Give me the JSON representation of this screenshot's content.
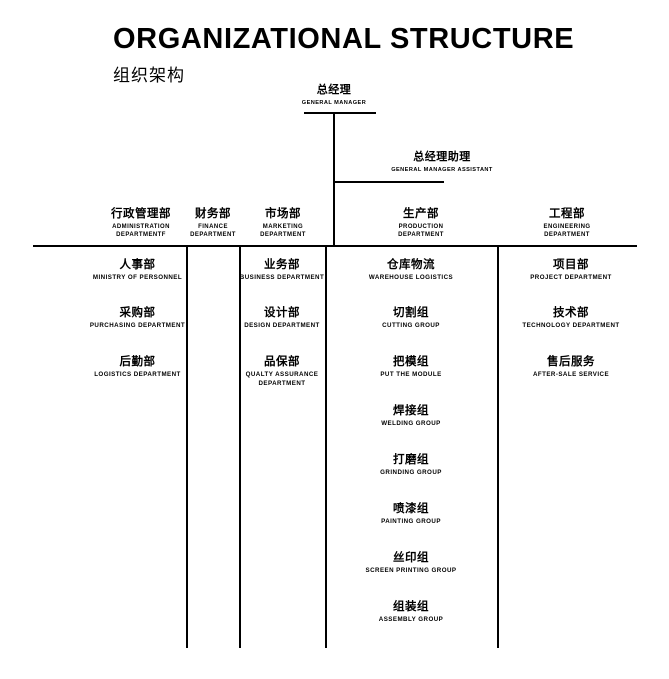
{
  "title": {
    "en": "ORGANIZATIONAL STRUCTURE",
    "cn": "组织架构"
  },
  "executives": [
    {
      "cn": "总经理",
      "en": "GENERAL MANAGER"
    },
    {
      "cn": "总经理助理",
      "en": "GENERAL MANAGER ASSISTANT"
    }
  ],
  "departments": [
    {
      "cn": "行政管理部",
      "en": "ADMINISTRATION DEPARTMENTF",
      "children": [
        {
          "cn": "人事部",
          "en": "MINISTRY OF PERSONNEL"
        },
        {
          "cn": "采购部",
          "en": "PURCHASING DEPARTMENT"
        },
        {
          "cn": "后勤部",
          "en": "LOGISTICS DEPARTMENT"
        }
      ]
    },
    {
      "cn": "财务部",
      "en": "FINANCE DEPARTMENT",
      "children": []
    },
    {
      "cn": "市场部",
      "en": "MARKETING DEPARTMENT",
      "children": [
        {
          "cn": "业务部",
          "en": "BUSINESS DEPARTMENT"
        },
        {
          "cn": "设计部",
          "en": "DESIGN DEPARTMENT"
        },
        {
          "cn": "品保部",
          "en": "QUALTY ASSURANCE DEPARTMENT"
        }
      ]
    },
    {
      "cn": "生产部",
      "en": "PRODUCTION DEPARTMENT",
      "children": [
        {
          "cn": "仓库物流",
          "en": "WAREHOUSE LOGISTICS"
        },
        {
          "cn": "切割组",
          "en": "CUTTING GROUP"
        },
        {
          "cn": "把模组",
          "en": "PUT THE MODULE"
        },
        {
          "cn": "焊接组",
          "en": "WELDING GROUP"
        },
        {
          "cn": "打磨组",
          "en": "GRINDING GROUP"
        },
        {
          "cn": "喷漆组",
          "en": "PAINTING GROUP"
        },
        {
          "cn": "丝印组",
          "en": "SCREEN PRINTING GROUP"
        },
        {
          "cn": "组装组",
          "en": "ASSEMBLY GROUP"
        }
      ]
    },
    {
      "cn": "工程部",
      "en": "ENGINEERING DEPARTMENT",
      "children": [
        {
          "cn": "项目部",
          "en": "PROJECT DEPARTMENT"
        },
        {
          "cn": "技术部",
          "en": "TECHNOLOGY DEPARTMENT"
        },
        {
          "cn": "售后服务",
          "en": "AFTER-SALE SERVICE"
        }
      ]
    }
  ],
  "colors": {
    "line": "#000000",
    "text": "#000000",
    "background": "#ffffff"
  }
}
